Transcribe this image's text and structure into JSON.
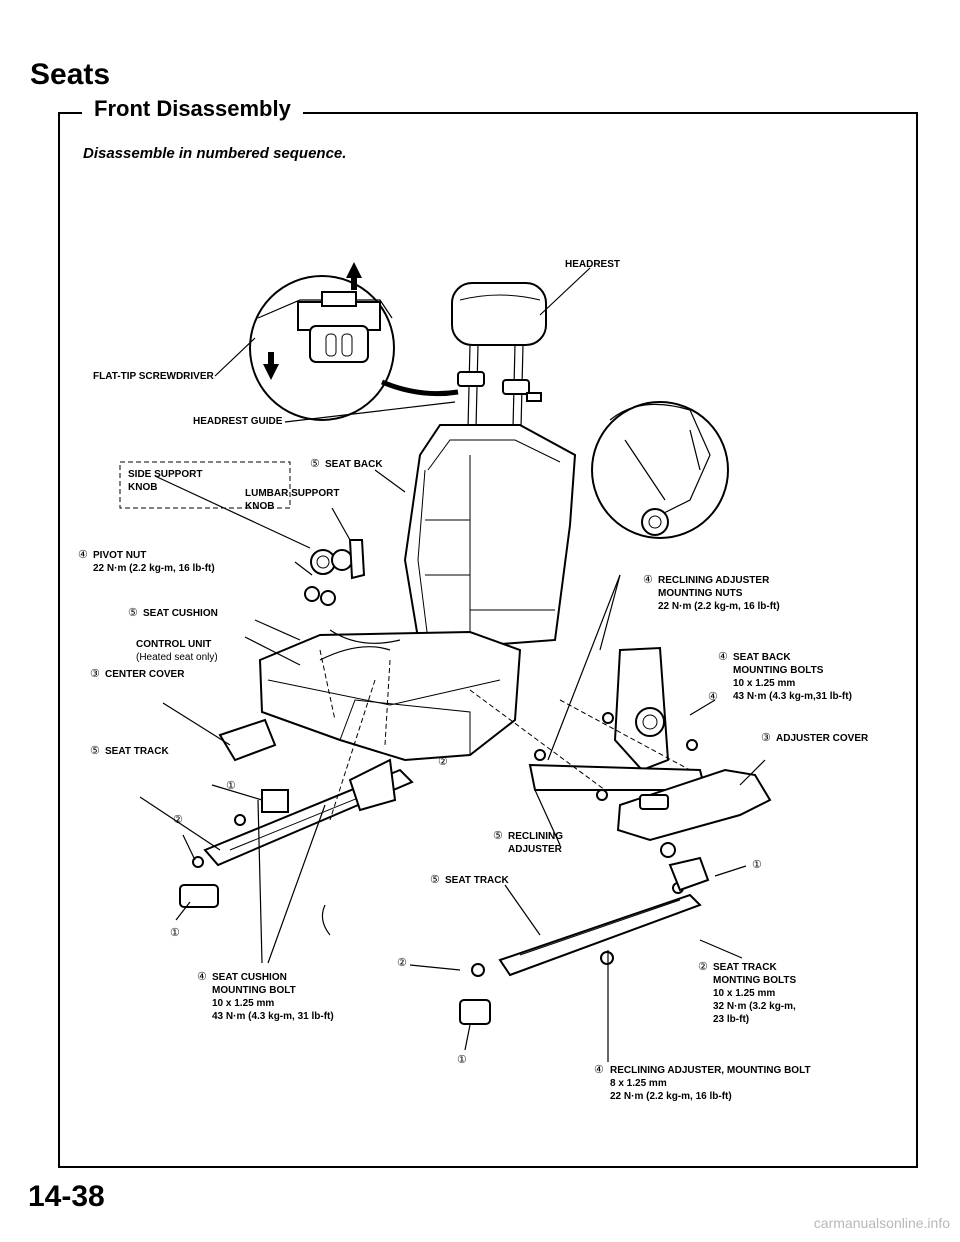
{
  "page": {
    "title": "Seats",
    "section": "Front Disassembly",
    "instruction": "Disassemble in numbered sequence.",
    "page_number": "14-38",
    "watermark": "carmanualsonline.info"
  },
  "labels": {
    "headrest": "HEADREST",
    "flat_tip": "FLAT-TIP SCREWDRIVER",
    "headrest_guide": "HEADREST GUIDE",
    "seat_back": "SEAT BACK",
    "side_support_1": "SIDE SUPPORT",
    "side_support_2": "KNOB",
    "lumbar_1": "LUMBAR SUPPORT",
    "lumbar_2": "KNOB",
    "pivot_1": "PIVOT NUT",
    "pivot_2": "22 N·m (2.2 kg-m, 16 lb-ft)",
    "seat_cushion": "SEAT CUSHION",
    "control_1": "CONTROL UNIT",
    "control_2": "(Heated seat only)",
    "center_cover": "CENTER COVER",
    "seat_track_left": "SEAT TRACK",
    "recl_nuts_1": "RECLINING ADJUSTER",
    "recl_nuts_2": "MOUNTING NUTS",
    "recl_nuts_3": "22 N·m (2.2 kg-m, 16 lb-ft)",
    "back_bolts_1": "SEAT BACK",
    "back_bolts_2": "MOUNTING BOLTS",
    "back_bolts_3": "10 x 1.25 mm",
    "back_bolts_4": "43 N·m (4.3 kg-m,31 lb-ft)",
    "adjuster_cover": "ADJUSTER COVER",
    "recl_adj_1": "RECLINING",
    "recl_adj_2": "ADJUSTER",
    "seat_track_mid": "SEAT TRACK",
    "track_bolts_1": "SEAT TRACK",
    "track_bolts_2": "MONTING BOLTS",
    "track_bolts_3": "10 x 1.25 mm",
    "track_bolts_4": "32 N·m (3.2 kg-m,",
    "track_bolts_5": "23 lb-ft)",
    "cush_bolt_1": "SEAT CUSHION",
    "cush_bolt_2": "MOUNTING BOLT",
    "cush_bolt_3": "10 x 1.25 mm",
    "cush_bolt_4": "43 N·m (4.3 kg-m, 31 lb-ft)",
    "recl_bolt_1": "RECLINING ADJUSTER, MOUNTING BOLT",
    "recl_bolt_2": "8 x 1.25 mm",
    "recl_bolt_3": "22 N·m (2.2 kg-m, 16 lb-ft)"
  },
  "steps": {
    "one": "①",
    "two": "②",
    "three": "③",
    "four": "④",
    "five": "⑤"
  }
}
